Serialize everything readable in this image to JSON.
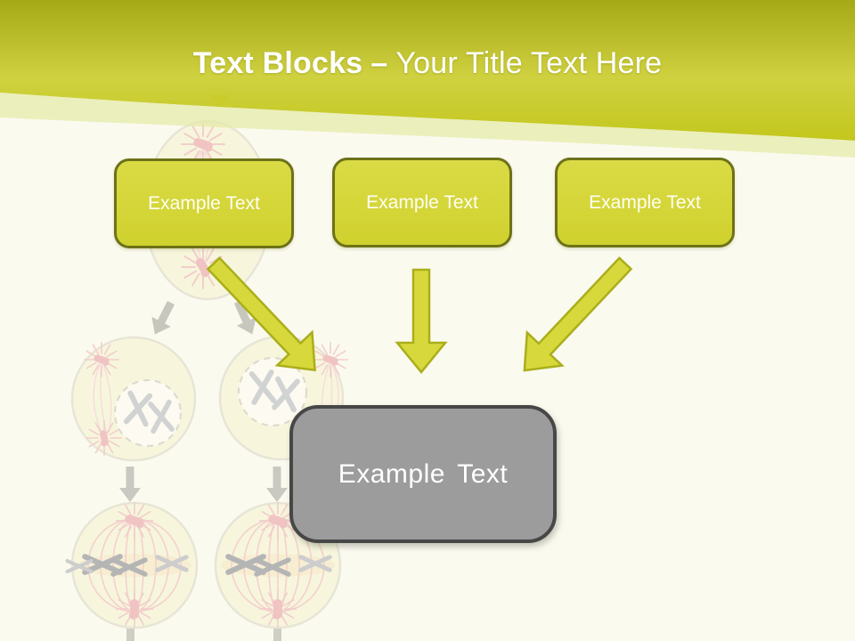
{
  "slide": {
    "title": {
      "bold": "Text Blocks",
      "dash": "–",
      "rest": "Your Title Text Here"
    },
    "blocks": [
      {
        "label": "Example Text"
      },
      {
        "label": "Example Text"
      },
      {
        "label": "Example Text"
      }
    ],
    "result_block": {
      "label": "Example Text"
    },
    "icons": {
      "arrow_1": "arrow-down-right-icon",
      "arrow_2": "arrow-down-icon",
      "arrow_3": "arrow-down-left-icon",
      "watermark": "mitosis-cell-division-diagram"
    },
    "colors": {
      "header_top": "#a6a916",
      "header_mid": "#cfd140",
      "header_bottom": "#c3c71c",
      "header_band": "#e5eaa6",
      "accent_yellow": "#d7d83c",
      "accent_border": "#6d7218",
      "arrow_outline": "#aaae1a",
      "result_gray": "#9c9c9c",
      "result_border": "#474747",
      "background": "#fbfaef",
      "title_text": "#ffffff"
    }
  }
}
